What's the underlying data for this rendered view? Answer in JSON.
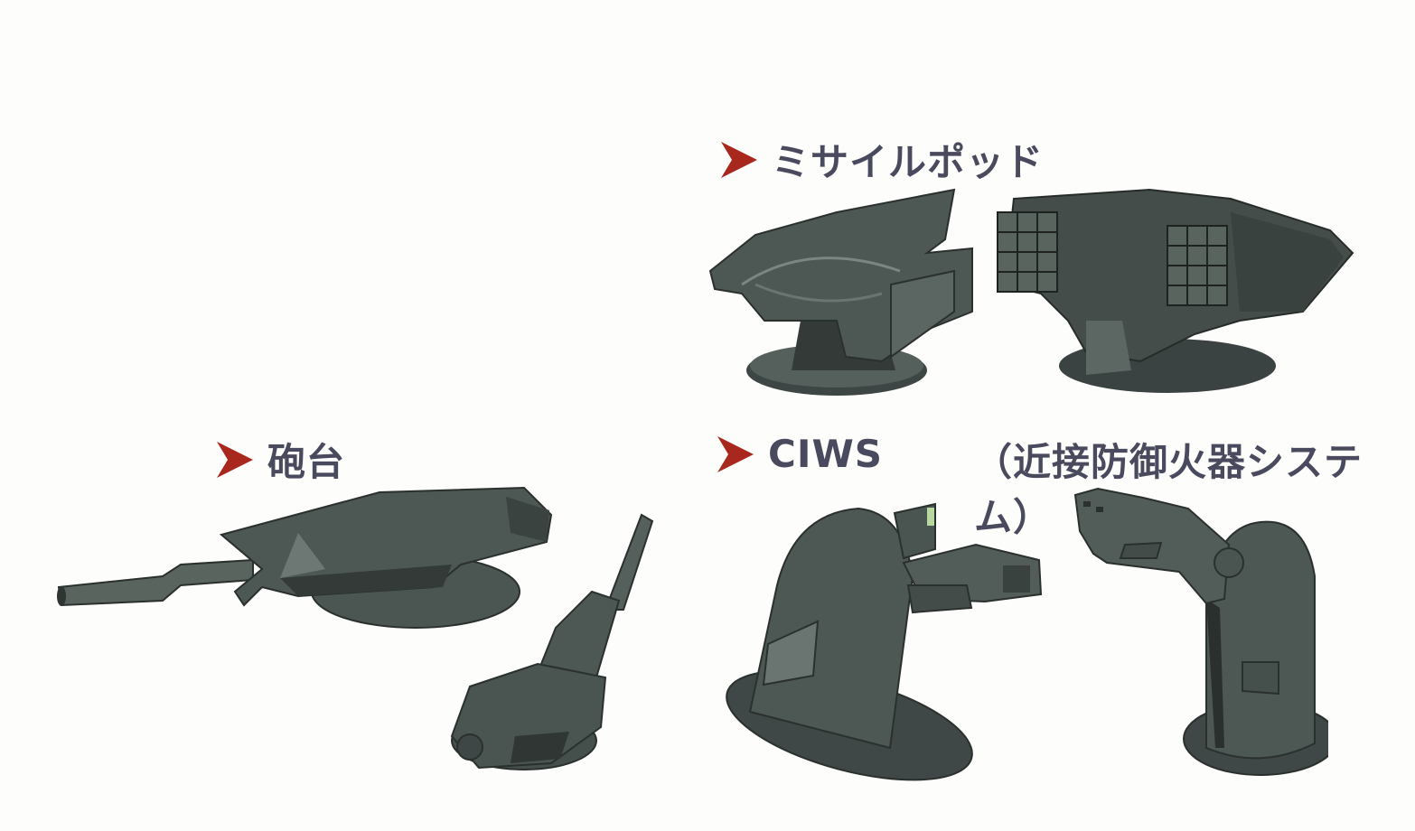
{
  "sections": {
    "missile_pod": {
      "title": "ミサイルポッド"
    },
    "gun_turret": {
      "title": "砲台"
    },
    "ciws": {
      "title": "CIWS",
      "subtitle": "（近接防御火器システム）"
    }
  },
  "colors": {
    "arrow": "#a8281e",
    "heading_text": "#4a4a5e",
    "metal_base": "#4d5754",
    "metal_dark": "#2e3533",
    "metal_light": "#6f7a76",
    "sensor_green": "#b8d8a0",
    "paper": "#fdfdfb"
  },
  "illustrations": [
    {
      "id": "missile-pod-front",
      "label": "missile pod (front view)"
    },
    {
      "id": "missile-pod-rear",
      "label": "missile pod (launcher grid view)"
    },
    {
      "id": "gun-turret-side",
      "label": "gun turret (side view)"
    },
    {
      "id": "gun-turret-raised",
      "label": "gun turret (elevated barrel)"
    },
    {
      "id": "ciws-front",
      "label": "CIWS (front view)"
    },
    {
      "id": "ciws-rear",
      "label": "CIWS (rear view)"
    }
  ]
}
